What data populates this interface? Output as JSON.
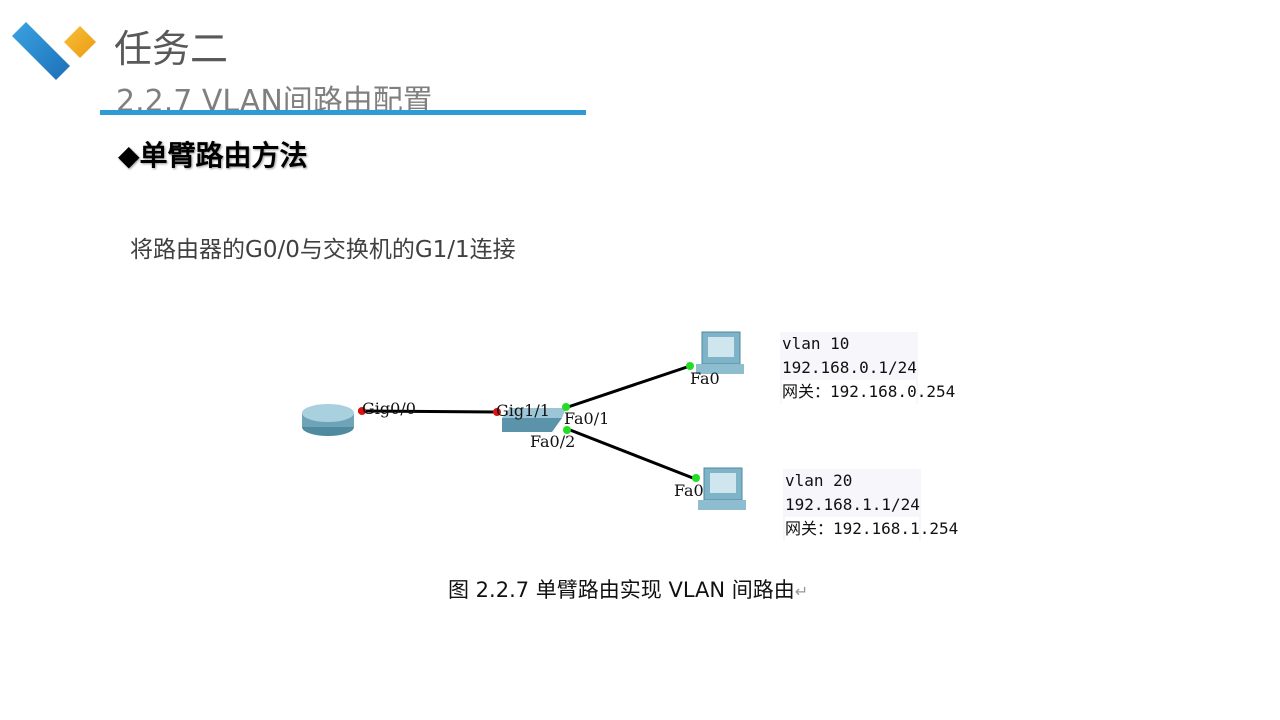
{
  "header": {
    "title": "任务二",
    "subtitle": "2.2.7 VLAN间路由配置"
  },
  "heading": "◆单臂路由方法",
  "body_text": "将路由器的G0/0与交换机的G1/1连接",
  "diagram": {
    "router_port": "Gig0/0",
    "switch_uplink": "Gig1/1",
    "switch_port1": "Fa0/1",
    "switch_port2": "Fa0/2",
    "pc1_port": "Fa0",
    "pc2_port": "Fa0",
    "pc1_info": [
      "vlan 10",
      "192.168.0.1/24",
      "网关：192.168.0.254"
    ],
    "pc2_info": [
      "vlan 20",
      "192.168.1.1/24",
      "网关：192.168.1.254"
    ]
  },
  "caption": "图 2.2.7  单臂路由实现 VLAN 间路由",
  "colors": {
    "accent_blue": "#2e9bd6",
    "accent_orange": "#f2a71b",
    "link_down": "#e01010",
    "link_up": "#22dd22"
  }
}
